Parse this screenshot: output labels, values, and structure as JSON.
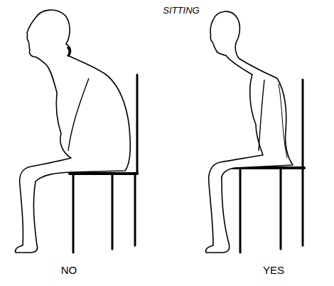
{
  "diagram": {
    "title": "SITTING",
    "labels": [
      "NO",
      "YES"
    ]
  }
}
